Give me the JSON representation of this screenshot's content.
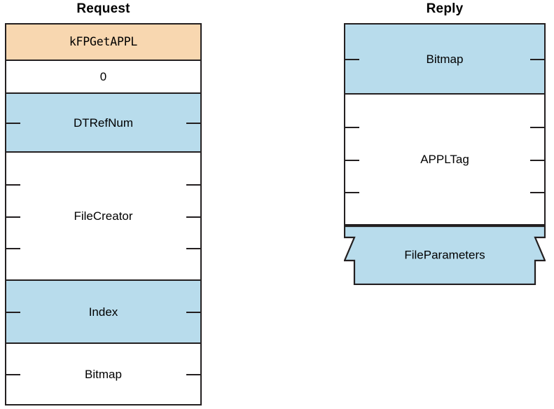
{
  "diagram": {
    "type": "protocol-packet-layout",
    "title": "kFPGetAPPL request and reply packet format",
    "colors": {
      "command_fill": "#f8d7b0",
      "highlight_fill": "#b8dcec",
      "plain_fill": "#ffffff",
      "stroke": "#231f20"
    }
  },
  "request": {
    "title": "Request",
    "fields": [
      {
        "label": "kFPGetAPPL",
        "fill": "orange",
        "height": 52,
        "ticks": false,
        "mono": true
      },
      {
        "label": "0",
        "fill": "white",
        "height": 47,
        "ticks": false,
        "mono": false
      },
      {
        "label": "DTRefNum",
        "fill": "blue",
        "height": 84,
        "ticks": true,
        "mono": false
      },
      {
        "label": "FileCreator",
        "fill": "white",
        "height": 183,
        "ticks": true,
        "mono": false
      },
      {
        "label": "Index",
        "fill": "blue",
        "height": 90,
        "ticks": true,
        "mono": false
      },
      {
        "label": "Bitmap",
        "fill": "white",
        "height": 90,
        "ticks": true,
        "mono": false
      }
    ]
  },
  "reply": {
    "title": "Reply",
    "fields": [
      {
        "label": "Bitmap",
        "fill": "blue",
        "height": 100,
        "ticks": true,
        "mono": false,
        "torn": false
      },
      {
        "label": "APPLTag",
        "fill": "white",
        "height": 189,
        "ticks": true,
        "mono": false,
        "torn": false
      },
      {
        "label": "FileParameters",
        "fill": "blue",
        "height": 83,
        "ticks": false,
        "mono": false,
        "torn": true
      }
    ]
  }
}
